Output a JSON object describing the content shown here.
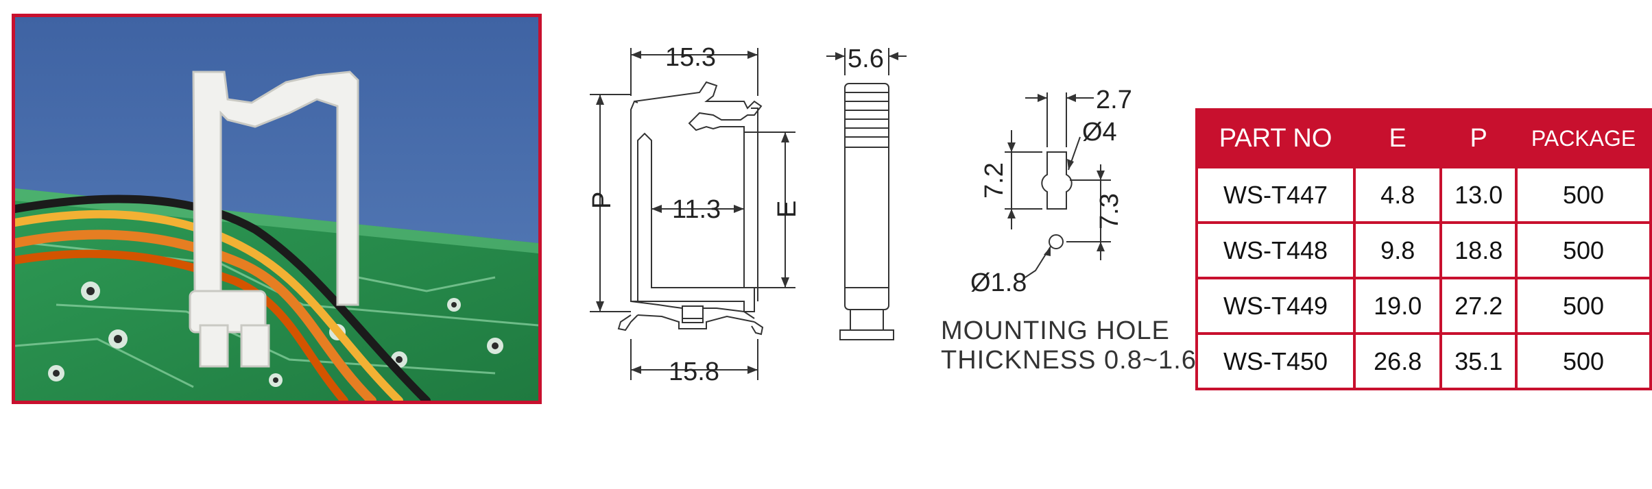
{
  "drawing_labels": {
    "top_width": "15.3",
    "side_width": "5.6",
    "inner_width": "11.3",
    "bottom_width": "15.8",
    "dim_p": "P",
    "dim_e": "E",
    "hole_width": "2.7",
    "hole_dia": "Ø4",
    "hole_height": "7.2",
    "hole_spacing": "7.3",
    "small_dia": "Ø1.8"
  },
  "note": {
    "line1": "MOUNTING  HOLE",
    "line2": "THICKNESS  0.8~1.6"
  },
  "table": {
    "headers": {
      "part": "PART NO",
      "e": "E",
      "p": "P",
      "package": "PACKAGE"
    },
    "rows": [
      {
        "part": "WS-T447",
        "e": "4.8",
        "p": "13.0",
        "package": "500"
      },
      {
        "part": "WS-T448",
        "e": "9.8",
        "p": "18.8",
        "package": "500"
      },
      {
        "part": "WS-T449",
        "e": "19.0",
        "p": "27.2",
        "package": "500"
      },
      {
        "part": "WS-T450",
        "e": "26.8",
        "p": "35.1",
        "package": "500"
      }
    ]
  },
  "colors": {
    "brand_red": "#c8102e",
    "photo_sky": "#4a6fae",
    "pcb_green": "#2f9a55"
  }
}
